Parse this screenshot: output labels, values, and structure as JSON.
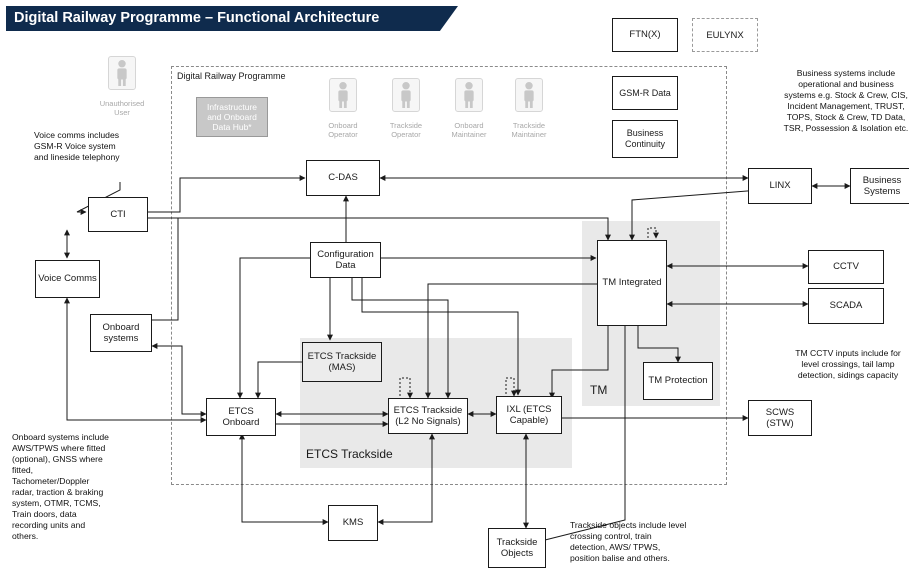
{
  "title": "Digital Railway Programme – Functional Architecture",
  "legend": {
    "ftn": "FTN(X)",
    "eulynx": "EULYNX"
  },
  "region_labels": {
    "drp": "Digital Railway Programme",
    "tm": "TM",
    "etcs_trackside": "ETCS Trackside"
  },
  "actors": {
    "unauthorised": "Unauthorised User",
    "onboard_operator": "Onboard Operator",
    "trackside_operator": "Trackside Operator",
    "onboard_maintainer": "Onboard Maintainer",
    "trackside_maintainer": "Trackside Maintainer"
  },
  "boxes": {
    "infra_hub": "Infrastructure and Onboard Data Hub*",
    "gsmr_data": "GSM-R Data",
    "business_continuity": "Business Continuity",
    "cdas": "C-DAS",
    "cti": "CTI",
    "voice_comms": "Voice Comms",
    "config_data": "Configuration Data",
    "onboard_systems": "Onboard systems",
    "etcs_trackside_mas": "ETCS Trackside (MAS)",
    "etcs_onboard": "ETCS Onboard",
    "etcs_trackside_l2": "ETCS Trackside (L2 No Signals)",
    "ixl": "IXL (ETCS Capable)",
    "tm_integrated": "TM Integrated",
    "tm_protection": "TM Protection",
    "linx": "LINX",
    "business_systems": "Business Systems",
    "cctv": "CCTV",
    "scada": "SCADA",
    "scws": "SCWS (STW)",
    "kms": "KMS",
    "trackside_objects": "Trackside Objects"
  },
  "notes": {
    "voice": "Voice comms includes GSM-R Voice system and lineside telephony",
    "business": "Business systems include operational and business systems e.g. Stock & Crew, CIS, Incident Management, TRUST, TOPS, Stock & Crew, TD Data, TSR, Possession & Isolation etc.",
    "cctv": "TM CCTV inputs include for level crossings, tail lamp detection, sidings capacity",
    "onboard": "Onboard systems include AWS/TPWS where fitted (optional), GNSS where fitted, Tachometer/Doppler radar, traction & braking system, OTMR, TCMS, Train doors, data recording units and others.",
    "trackside": "Trackside objects include level crossing control, train detection, AWS/ TPWS, position balise and others."
  }
}
